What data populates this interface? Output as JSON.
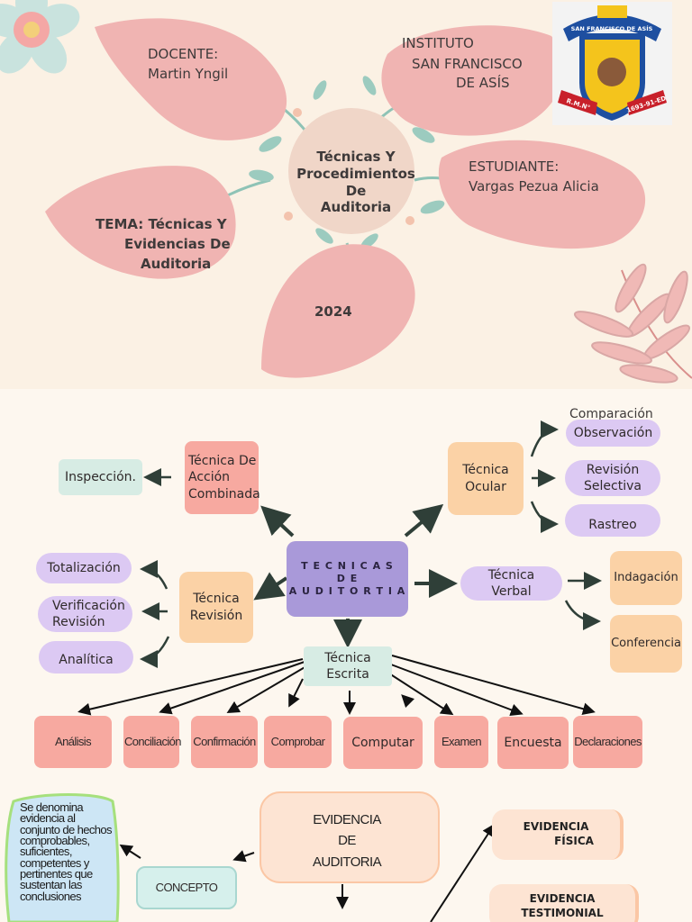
{
  "cover": {
    "docente_label": "DOCENTE:",
    "docente_name": "Martin Yngil",
    "instituto_line1": "INSTITUTO",
    "instituto_line2": "SAN FRANCISCO",
    "instituto_line3": "DE  ASÍS",
    "estudiante_label": "ESTUDIANTE:",
    "estudiante_name": "Vargas Pezua Alicia",
    "tema_line1": "TEMA: Técnicas Y",
    "tema_line2": "Evidencias De",
    "tema_line3": "Auditoria",
    "year": "2024",
    "center_line1": "Técnicas Y",
    "center_line2": "Procedimientos De",
    "center_line3": "Auditoria",
    "logo": {
      "arc_text": "SAN FRANCISCO DE ASÍS",
      "left_ribbon": "R.M.N°",
      "right_ribbon": "1693-91-ED",
      "colors": {
        "blue": "#1e4fa0",
        "yellow": "#f4c41c",
        "red": "#c8202a"
      }
    }
  },
  "map": {
    "center": "T E C N I C A S  D E  A U D I T O R T I A",
    "center_line1": "T E C N I C A S",
    "center_line2": "D E",
    "center_line3": "A U D I T O R T I A",
    "combinada": {
      "line1": "Técnica De",
      "line2": "Acción",
      "line3": "Combinada",
      "child": "Inspección."
    },
    "ocular": {
      "line1": "Técnica",
      "line2": "Ocular",
      "children": [
        "Comparación",
        "Observación",
        "Revisión",
        "Selectiva",
        "Rastreo"
      ]
    },
    "revision": {
      "line1": "Técnica",
      "line2": "Revisión",
      "children": [
        "Totalización",
        "Verificación",
        "Revisión",
        "Analítica"
      ]
    },
    "verbal": {
      "line1": "Técnica",
      "line2": "Verbal",
      "children": [
        "Indagación",
        "Conferencia"
      ]
    },
    "escrita": {
      "line1": "Técnica",
      "line2": "Escrita",
      "children": [
        "Análisis",
        "Conciliación",
        "Confirmación",
        "Comprobar",
        "Computar",
        "Examen",
        "Encuesta",
        "Declaraciones"
      ]
    }
  },
  "evidence": {
    "concept_text": "Se denomina evidencia al conjunto de hechos comprobables, suficientes, competentes y pertinentes que sustentan las conclusiones",
    "concept_label": "CONCEPTO",
    "title_line1": "EVIDENCIA",
    "title_line2": "DE",
    "title_line3": "AUDITORIA",
    "fisica_line1": "EVIDENCIA",
    "fisica_line2": "FÍSICA",
    "testimonial_line1": "EVIDENCIA",
    "testimonial_line2": "TESTIMONIAL"
  },
  "colors": {
    "leaf": "#f0b4b2",
    "arrow": "#2f3f38",
    "accent_teal": "#8fc3b6"
  }
}
